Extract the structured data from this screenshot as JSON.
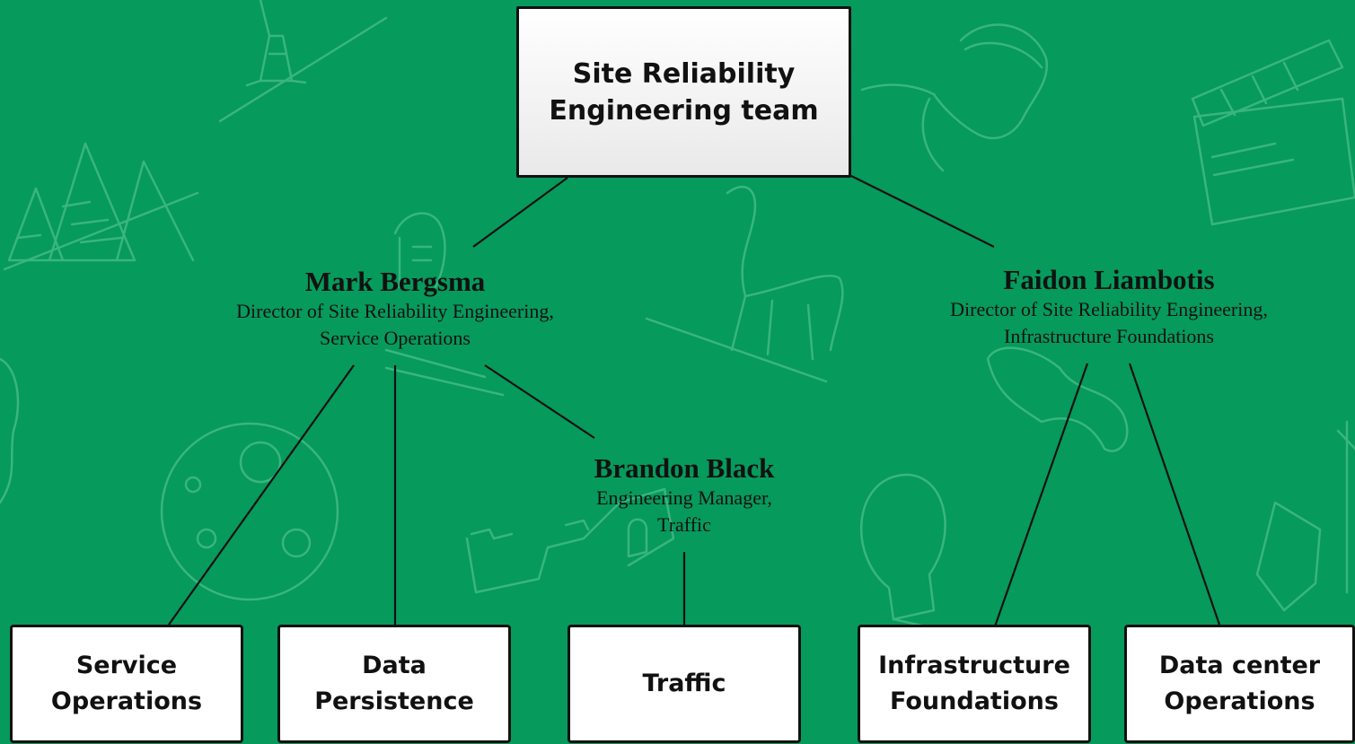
{
  "root": {
    "label": "Site Reliability\nEngineering team"
  },
  "people": [
    {
      "name": "Mark Bergsma",
      "role": "Director of Site Reliability Engineering,\nService Operations"
    },
    {
      "name": "Faidon Liambotis",
      "role": "Director of Site Reliability Engineering,\nInfrastructure Foundations"
    },
    {
      "name": "Brandon Black",
      "role": "Engineering Manager,\nTraffic"
    }
  ],
  "teams": [
    {
      "label": "Service\nOperations"
    },
    {
      "label": "Data\nPersistence"
    },
    {
      "label": "Traffic"
    },
    {
      "label": "Infrastructure\nFoundations"
    },
    {
      "label": "Data center\nOperations"
    }
  ],
  "colors": {
    "background": "#069a5c",
    "doodle": "#3fb982",
    "line": "#111111",
    "box": "#ffffff"
  }
}
